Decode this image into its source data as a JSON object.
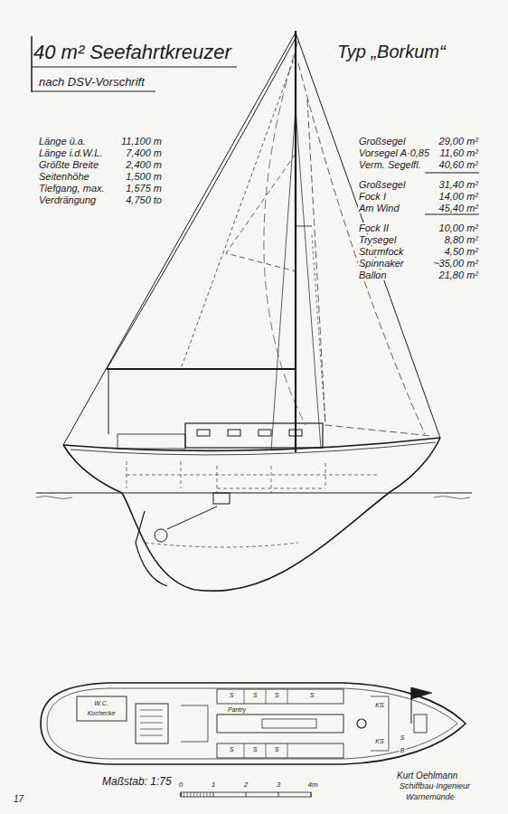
{
  "diagram": {
    "title": "40 m² Seefahrtkreuzer",
    "labels": [
      "Typ „Borkum“",
      "nach DSV-Vorschrift",
      "Länge ü.a.",
      "11,100 m",
      "Länge i.d.W.L.",
      "7,400 m",
      "Größte Breite",
      "2,400 m",
      "Seitenhöhe",
      "1,500 m",
      "Tiefgang, max.",
      "1,575 m",
      "Verdrängung",
      "4,750 to",
      "Großsegel",
      "29,00 m²",
      "Vorsegel A·0,85",
      "11,60 m²",
      "Verm. Segelfl.",
      "40,60 m²",
      "Großsegel",
      "31,40 m²",
      "Fock I",
      "14,00 m²",
      "Am Wind",
      "45,40 m²",
      "Fock II",
      "10,00 m²",
      "Trysegel",
      "8,80 m²",
      "Sturmfock",
      "4,50 m²",
      "Spinnaker",
      "~35,00 m²",
      "Ballon",
      "21,80 m²",
      "W.C.",
      "Kochecke",
      "Pantry",
      "S",
      "S",
      "S",
      "S",
      "S",
      "S",
      "S",
      "S",
      "B",
      "KS",
      "KS",
      "Maßstab: 1:75",
      "0",
      "1",
      "2",
      "3",
      "4m",
      "Kurt Oehlmann",
      "Schiffbau-Ingenieur",
      "Warnemünde",
      "17"
    ]
  }
}
